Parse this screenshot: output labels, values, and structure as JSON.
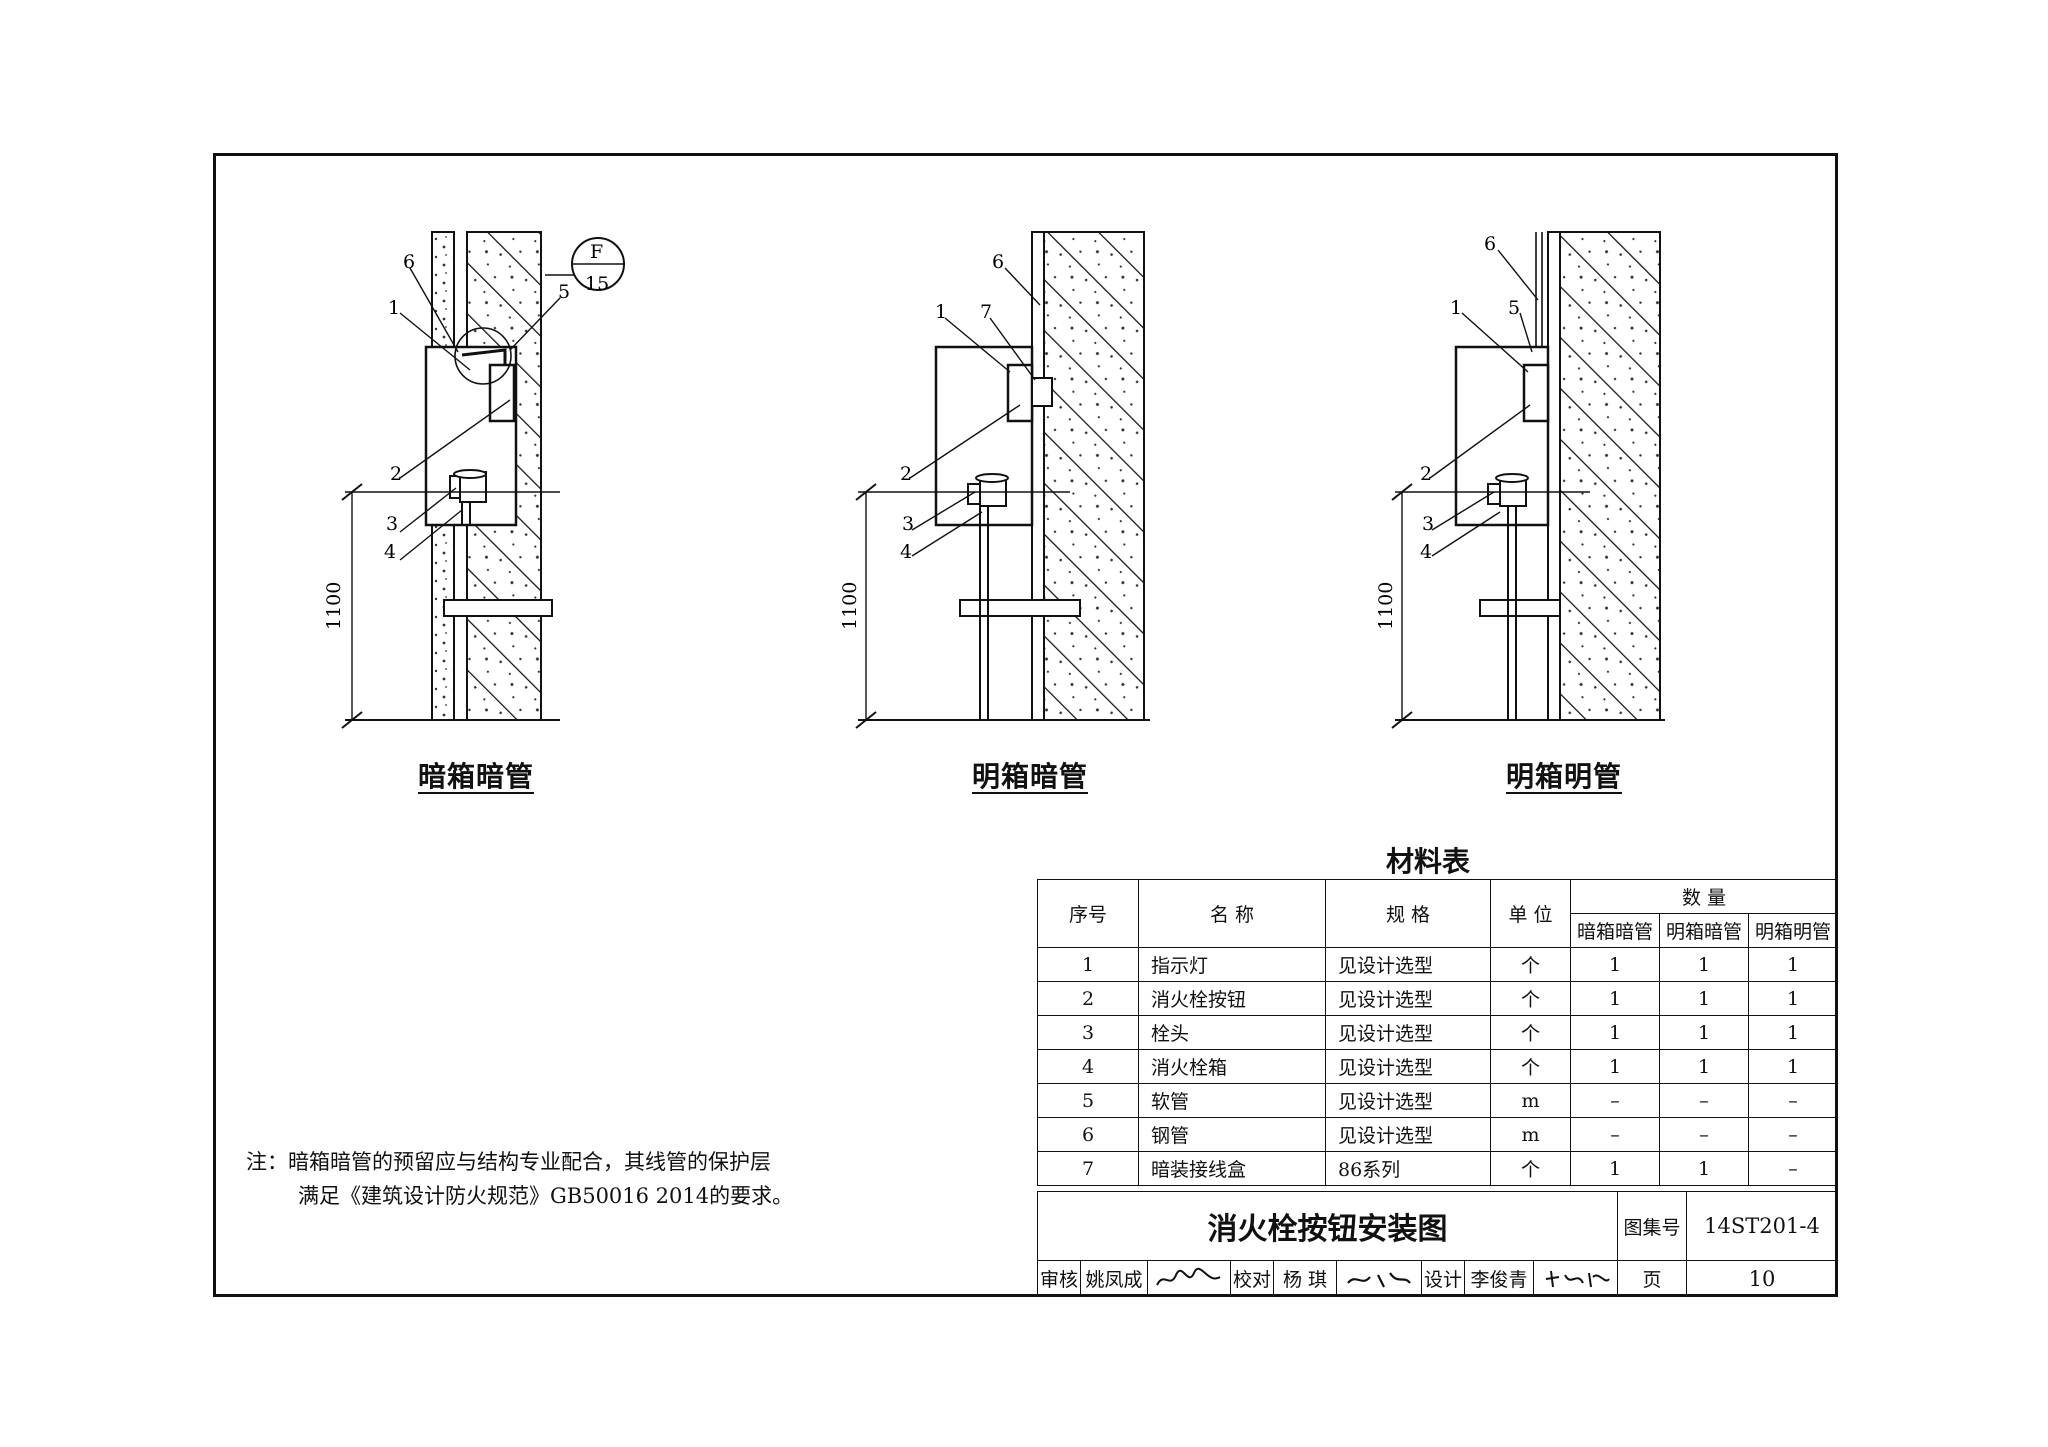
{
  "drawings": [
    {
      "caption": "暗箱暗管",
      "labels": [
        "1",
        "2",
        "3",
        "4",
        "5",
        "6"
      ],
      "callout": {
        "top": "F",
        "bottom": "15"
      },
      "height_dim": "1100"
    },
    {
      "caption": "明箱暗管",
      "labels": [
        "1",
        "2",
        "3",
        "4",
        "6",
        "7"
      ],
      "height_dim": "1100"
    },
    {
      "caption": "明箱明管",
      "labels": [
        "1",
        "2",
        "3",
        "4",
        "5",
        "6"
      ],
      "height_dim": "1100"
    }
  ],
  "table": {
    "title": "材料表",
    "headers": {
      "no": "序号",
      "name": "名 称",
      "spec": "规 格",
      "unit": "单 位",
      "qty": "数 量",
      "qty_cols": [
        "暗箱暗管",
        "明箱暗管",
        "明箱明管"
      ]
    },
    "rows": [
      {
        "no": "1",
        "name": "指示灯",
        "spec": "见设计选型",
        "unit": "个",
        "q1": "1",
        "q2": "1",
        "q3": "1"
      },
      {
        "no": "2",
        "name": "消火栓按钮",
        "spec": "见设计选型",
        "unit": "个",
        "q1": "1",
        "q2": "1",
        "q3": "1"
      },
      {
        "no": "3",
        "name": "栓头",
        "spec": "见设计选型",
        "unit": "个",
        "q1": "1",
        "q2": "1",
        "q3": "1"
      },
      {
        "no": "4",
        "name": "消火栓箱",
        "spec": "见设计选型",
        "unit": "个",
        "q1": "1",
        "q2": "1",
        "q3": "1"
      },
      {
        "no": "5",
        "name": "软管",
        "spec": "见设计选型",
        "unit": "m",
        "q1": "–",
        "q2": "–",
        "q3": "–"
      },
      {
        "no": "6",
        "name": "钢管",
        "spec": "见设计选型",
        "unit": "m",
        "q1": "–",
        "q2": "–",
        "q3": "–"
      },
      {
        "no": "7",
        "name": "暗装接线盒",
        "spec": "86系列",
        "unit": "个",
        "q1": "1",
        "q2": "1",
        "q3": "–"
      }
    ]
  },
  "note": {
    "line1": "注：暗箱暗管的预留应与结构专业配合，其线管的保护层",
    "line2": "满足《建筑设计防火规范》GB50016 2014的要求。"
  },
  "title_block": {
    "title": "消火栓按钮安装图",
    "atlas_label": "图集号",
    "atlas_no": "14ST201-4",
    "review_label": "审核",
    "reviewer": "姚凤成",
    "check_label": "校对",
    "checker": "杨 琪",
    "design_label": "设计",
    "designer": "李俊青",
    "page_label": "页",
    "page_no": "10"
  }
}
